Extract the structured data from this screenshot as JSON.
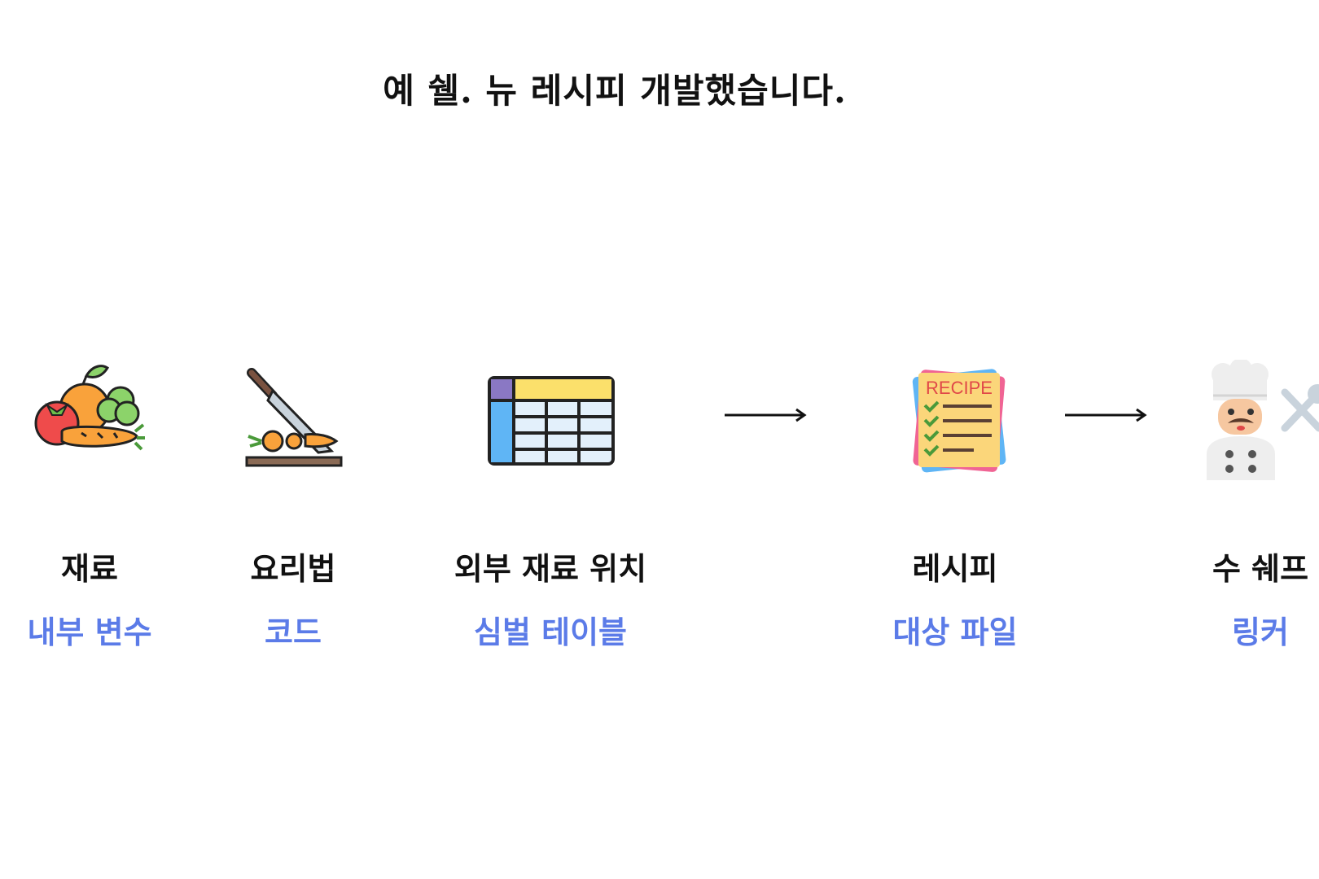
{
  "headline": "예 쉘. 뉴 레시피 개발했습니다.",
  "items": [
    {
      "label": "재료",
      "sublabel": "내부 변수",
      "icon": "vegetables-icon"
    },
    {
      "label": "요리법",
      "sublabel": "코드",
      "icon": "knife-cutting-board-icon"
    },
    {
      "label": "외부 재료 위치",
      "sublabel": "심벌 테이블",
      "icon": "table-icon"
    },
    {
      "label": "레시피",
      "sublabel": "대상 파일",
      "icon": "recipe-document-icon"
    },
    {
      "label": "수 쉐프",
      "sublabel": "링커",
      "icon": "chef-icon"
    }
  ],
  "colors": {
    "title_text": "#111111",
    "label_text": "#111111",
    "sublabel_text": "#5b7be8"
  }
}
